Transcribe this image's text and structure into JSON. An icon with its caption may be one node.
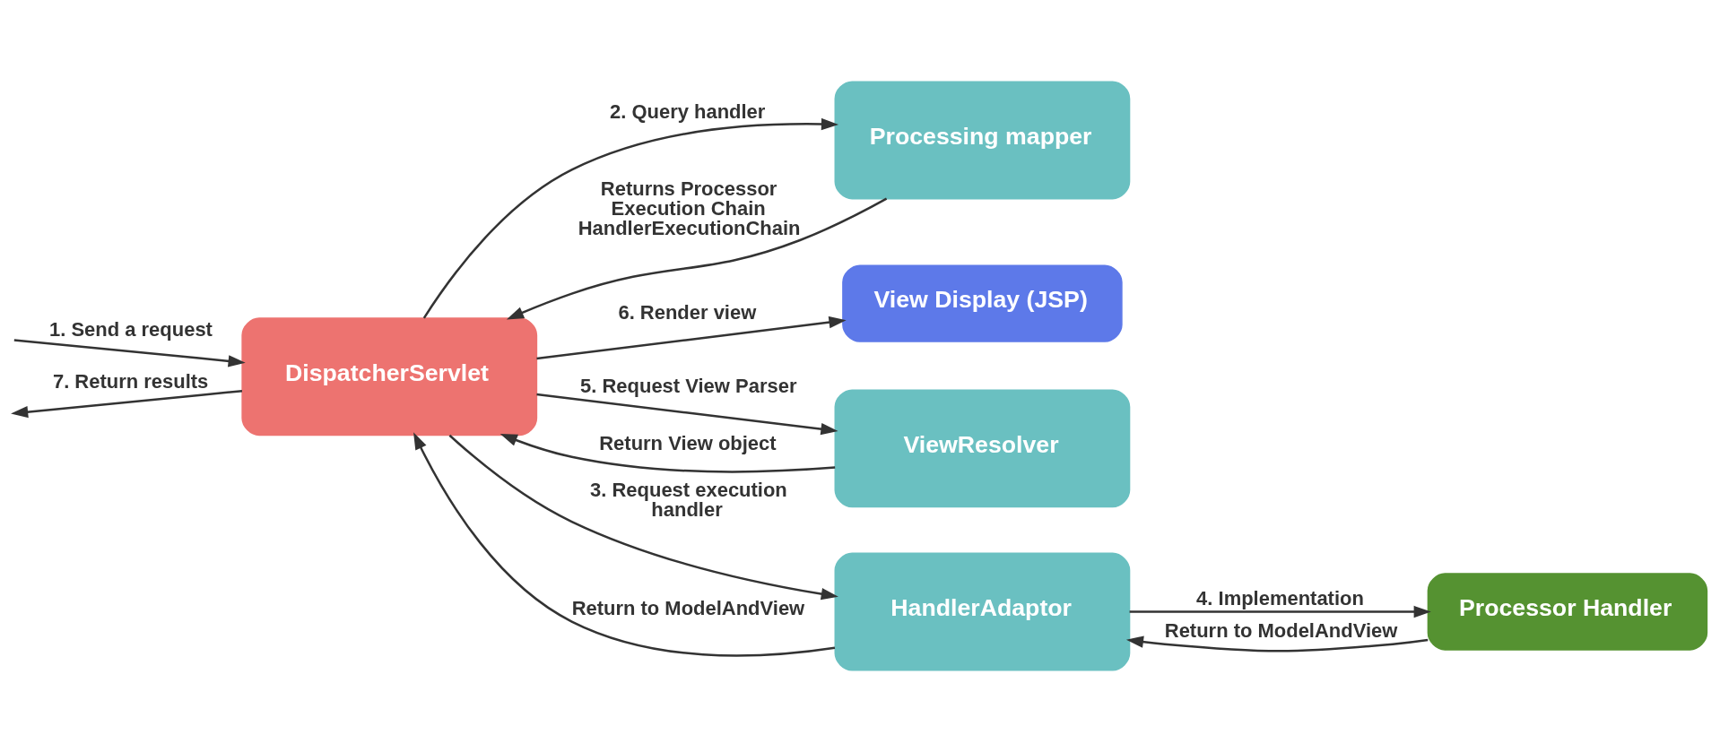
{
  "diagram": {
    "nodes": [
      {
        "text": [
          "DispatcherServlet"
        ]
      },
      {
        "text": [
          "Processing mapper"
        ]
      },
      {
        "text": [
          "View Display (JSP)"
        ]
      },
      {
        "text": [
          "Processor Handler"
        ]
      },
      {
        "text": [
          "ViewResolver"
        ]
      },
      {
        "text": [
          "HandlerAdaptor"
        ]
      }
    ],
    "edges": [
      {
        "from": null,
        "to": 0,
        "arrow": "to",
        "label": "1. Send a request"
      },
      {
        "from": 0,
        "to": 1,
        "arrow": "to",
        "label": "2. Query handler"
      },
      {
        "from": 1,
        "to": 0,
        "arrow": "to",
        "label": "Returns Processor Execution Chain HandlerExecutionChain"
      },
      {
        "from": 0,
        "to": 5,
        "arrow": "to",
        "label": "3. Request execution handler"
      },
      {
        "from": 5,
        "to": 3,
        "arrow": "to",
        "label": "4. Implementation"
      },
      {
        "from": 3,
        "to": 5,
        "arrow": "to",
        "label": "Return to ModelAndView"
      },
      {
        "from": 5,
        "to": 0,
        "arrow": "to",
        "label": "Return to ModelAndView"
      },
      {
        "from": 0,
        "to": 4,
        "arrow": "to",
        "label": "5. Request View Parser"
      },
      {
        "from": 4,
        "to": 0,
        "arrow": "to",
        "label": "Return View object"
      },
      {
        "from": 0,
        "to": 2,
        "arrow": "to",
        "label": "6. Render view"
      },
      {
        "from": 0,
        "to": null,
        "arrow": "to",
        "label": "7. Return results"
      }
    ]
  }
}
